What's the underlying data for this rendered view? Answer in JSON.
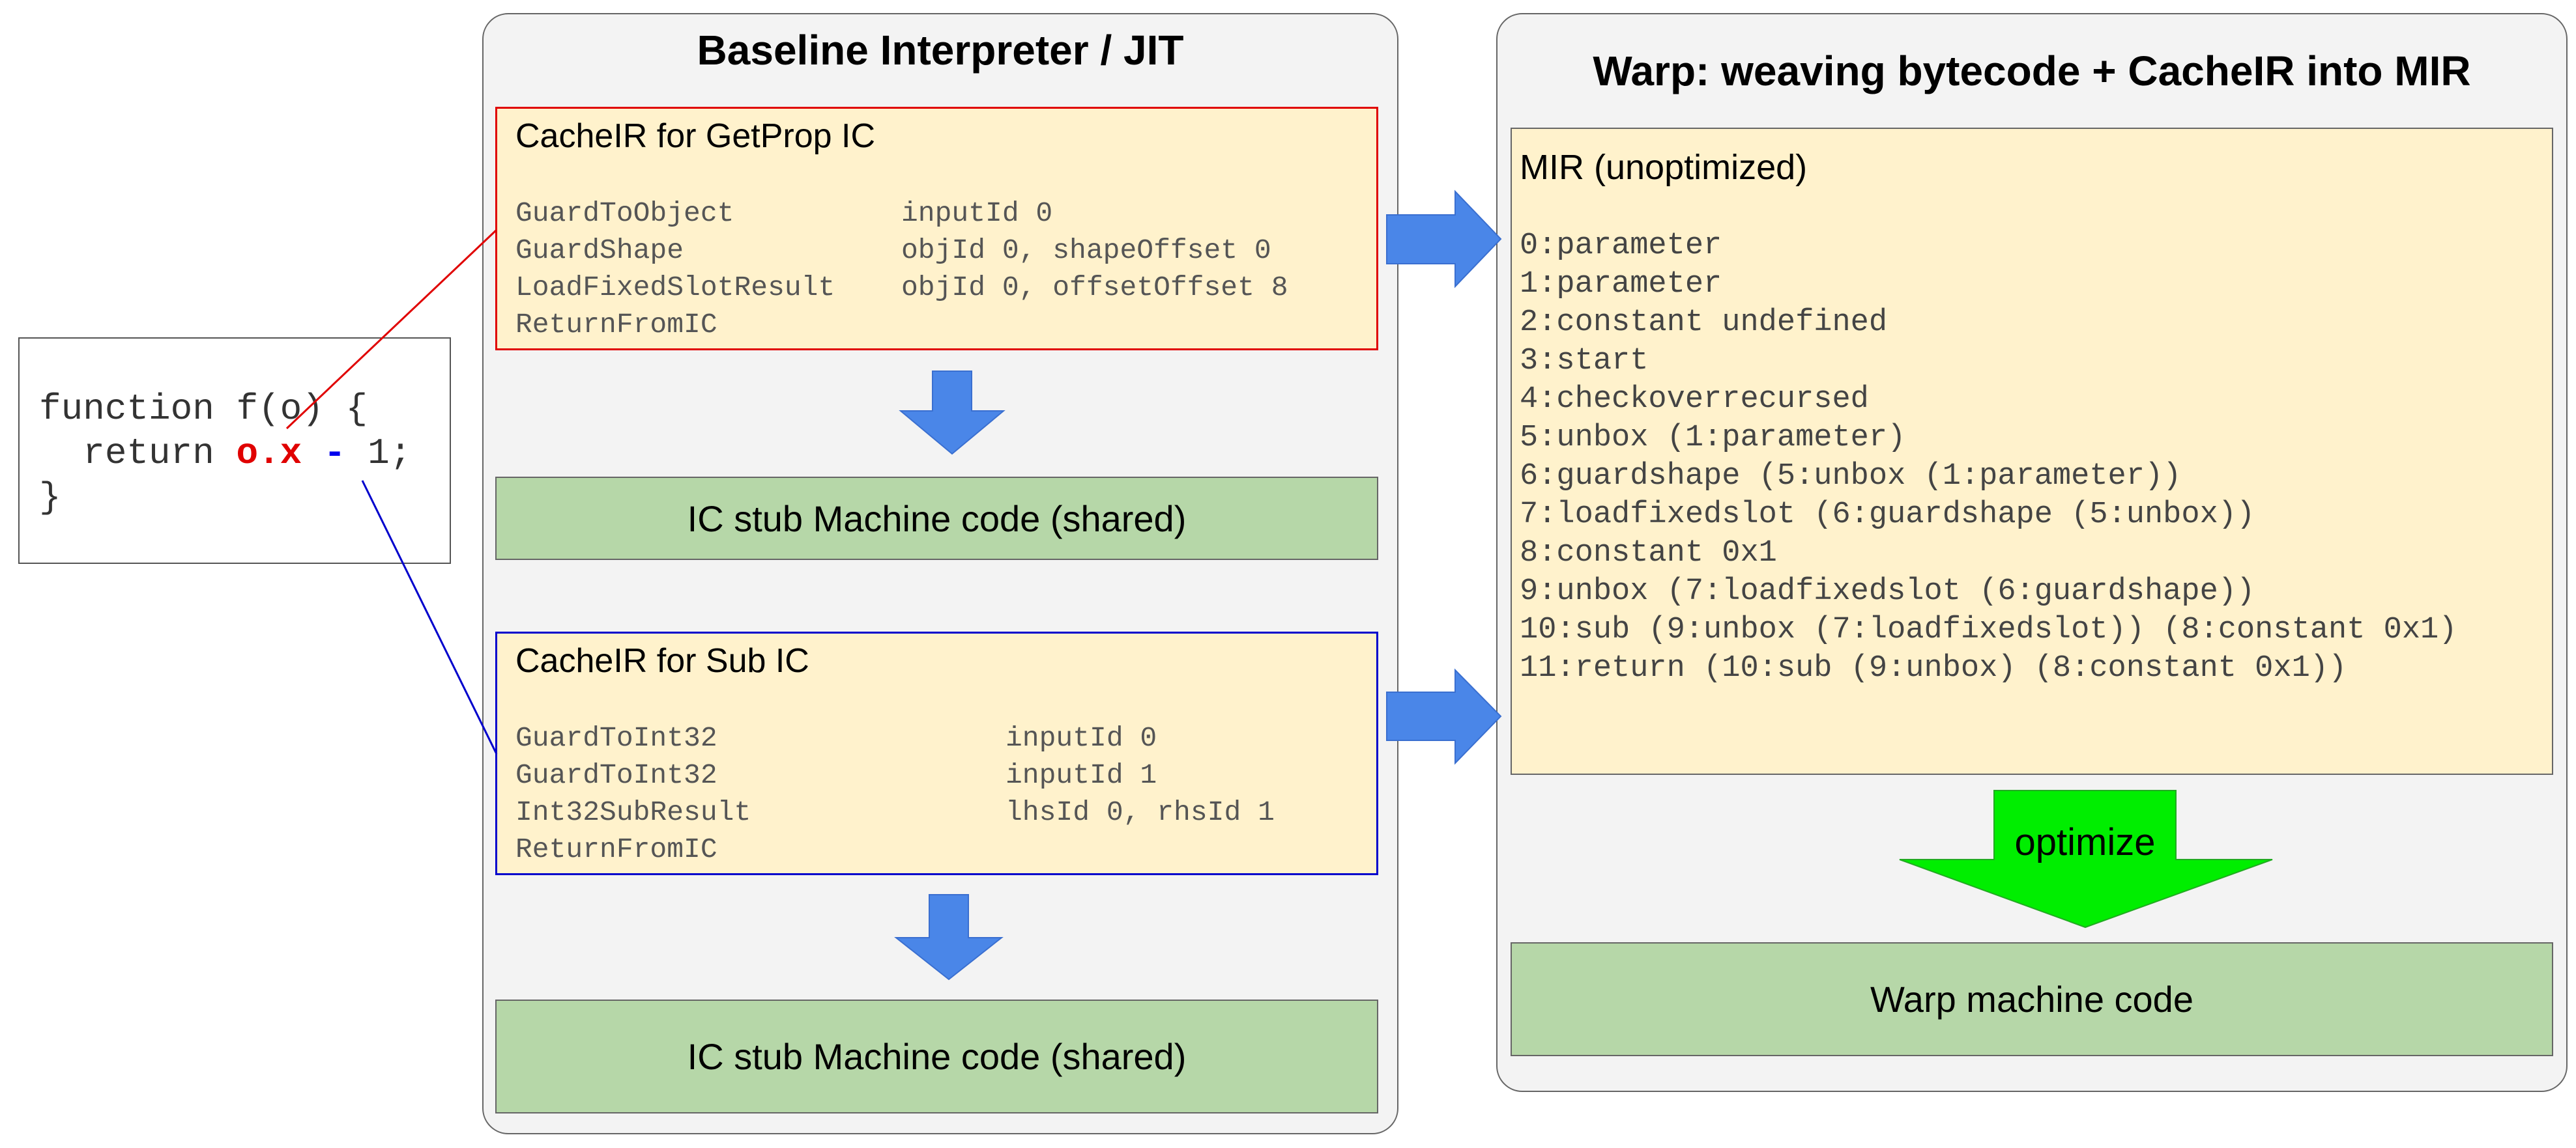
{
  "source_code": {
    "line1": "function f(o) {",
    "line2_prefix": "  return ",
    "line2_prop": "o.x",
    "line2_op": " - ",
    "line2_suffix": "1;",
    "line3": "}"
  },
  "baseline": {
    "title": "Baseline Interpreter / JIT",
    "getprop": {
      "title": "CacheIR for GetProp IC",
      "ops": [
        {
          "op": "GuardToObject",
          "args": "inputId 0"
        },
        {
          "op": "GuardShape",
          "args": "objId 0, shapeOffset 0"
        },
        {
          "op": "LoadFixedSlotResult",
          "args": "objId 0, offsetOffset 8"
        },
        {
          "op": "ReturnFromIC",
          "args": ""
        }
      ]
    },
    "stub1_label": "IC stub Machine code (shared)",
    "sub": {
      "title": "CacheIR for Sub IC",
      "ops": [
        {
          "op": "GuardToInt32",
          "args": "inputId 0"
        },
        {
          "op": "GuardToInt32",
          "args": "inputId 1"
        },
        {
          "op": "Int32SubResult",
          "args": "lhsId 0, rhsId 1"
        },
        {
          "op": "ReturnFromIC",
          "args": ""
        }
      ]
    },
    "stub2_label": "IC stub Machine code (shared)"
  },
  "warp": {
    "title": "Warp: weaving bytecode + CacheIR into MIR",
    "mir_title": "MIR (unoptimized)",
    "mir_lines": [
      "0:parameter",
      "1:parameter",
      "2:constant undefined",
      "3:start",
      "4:checkoverrecursed",
      "5:unbox (1:parameter)",
      "6:guardshape (5:unbox (1:parameter))",
      "7:loadfixedslot (6:guardshape (5:unbox))",
      "8:constant 0x1",
      "9:unbox (7:loadfixedslot (6:guardshape))",
      "10:sub (9:unbox (7:loadfixedslot)) (8:constant 0x1)",
      "11:return (10:sub (9:unbox) (8:constant 0x1))"
    ],
    "optimize_label": "optimize",
    "machine_code_label": "Warp machine code"
  },
  "colors": {
    "panel_bg": "#f3f3f3",
    "ir_bg": "#fff2cc",
    "machine_code_bg": "#b6d7a8",
    "arrow_blue": "#4a86e8",
    "optimize_arrow": "#00ee00",
    "getprop_border": "#e00000",
    "sub_border": "#0000cc"
  }
}
